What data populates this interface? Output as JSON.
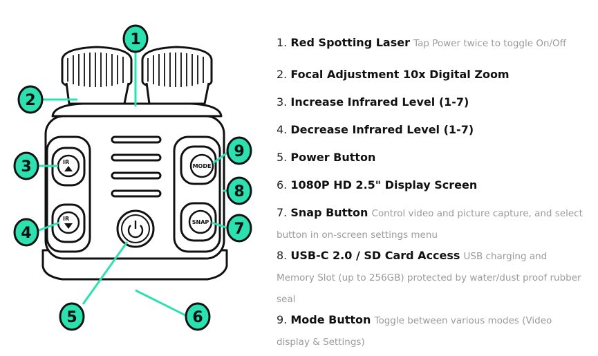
{
  "callouts": [
    "1",
    "2",
    "3",
    "4",
    "5",
    "6",
    "7",
    "8",
    "9"
  ],
  "buttons": {
    "ir_up": "IR",
    "ir_down": "IR",
    "mode": "MODE",
    "snap": "SNAP"
  },
  "colors": {
    "accent": "#2de0b0",
    "outline": "#111111",
    "body": "#ffffff"
  },
  "icons": [
    "power-icon",
    "ir-increase-icon",
    "ir-decrease-icon"
  ],
  "features": [
    {
      "num": "1.",
      "title": "Red Spotting Laser",
      "desc": "Tap Power twice to toggle On/Off"
    },
    {
      "num": "2.",
      "title": "Focal Adjustment 10x Digital Zoom",
      "desc": ""
    },
    {
      "num": "3.",
      "title": "Increase Infrared Level (1-7)",
      "desc": ""
    },
    {
      "num": "4.",
      "title": "Decrease Infrared Level (1-7)",
      "desc": ""
    },
    {
      "num": "5.",
      "title": "Power Button",
      "desc": ""
    },
    {
      "num": "6.",
      "title": "1080P HD 2.5\" Display Screen",
      "desc": ""
    },
    {
      "num": "7.",
      "title": "Snap Button",
      "desc": "Control video and picture capture, and select button in on-screen settings menu"
    },
    {
      "num": "8.",
      "title": "USB-C 2.0 / SD Card Access",
      "desc": "USB charging and Memory Slot (up to 256GB) protected by water/dust proof rubber seal"
    },
    {
      "num": "9.",
      "title": "Mode Button",
      "desc": "Toggle between various modes (Video display & Settings)"
    }
  ]
}
